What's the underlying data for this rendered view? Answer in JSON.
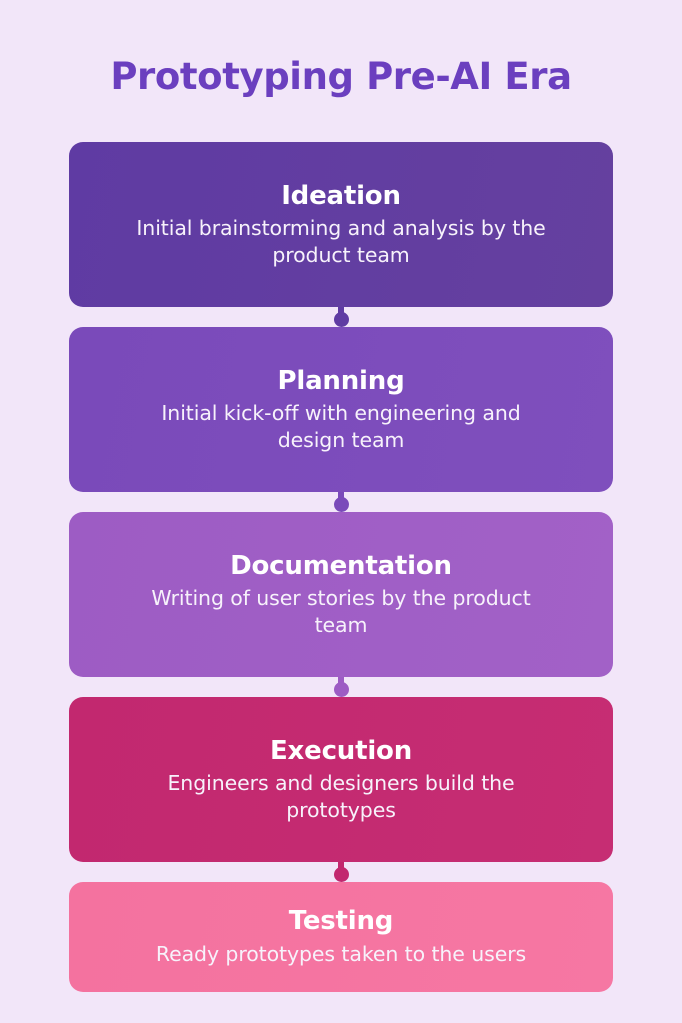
{
  "page": {
    "title": "Prototyping Pre-AI Era",
    "background_color": "#f2e6f9",
    "title_color": "#6b3fbf"
  },
  "flow": {
    "orientation": "vertical",
    "connector_shape": "line-with-dot",
    "steps": [
      {
        "index": 1,
        "title": "Ideation",
        "description": "Initial brainstorming and analysis by the product team",
        "color": "#5f3ba3",
        "color_end": "#65409f",
        "height": 165,
        "connector_color": "#5f3ba3",
        "connector_gap": 20
      },
      {
        "index": 2,
        "title": "Planning",
        "description": "Initial kick-off with engineering and design team",
        "color": "#7a4aba",
        "color_end": "#7f4fbd",
        "height": 165,
        "connector_color": "#7a4aba",
        "connector_gap": 20
      },
      {
        "index": 3,
        "title": "Documentation",
        "description": "Writing of user stories by the product team",
        "color": "#9d5cc4",
        "color_end": "#a261c7",
        "height": 165,
        "connector_color": "#9d5cc4",
        "connector_gap": 20
      },
      {
        "index": 4,
        "title": "Execution",
        "description": "Engineers and designers build the prototypes",
        "color": "#c2286f",
        "color_end": "#c62d73",
        "height": 165,
        "connector_color": "#c2286f",
        "connector_gap": 20
      },
      {
        "index": 5,
        "title": "Testing",
        "description": "Ready prototypes taken to the users",
        "color": "#f4729f",
        "color_end": "#f677a3",
        "height": 110,
        "connector_color": "",
        "connector_gap": 0
      }
    ]
  }
}
